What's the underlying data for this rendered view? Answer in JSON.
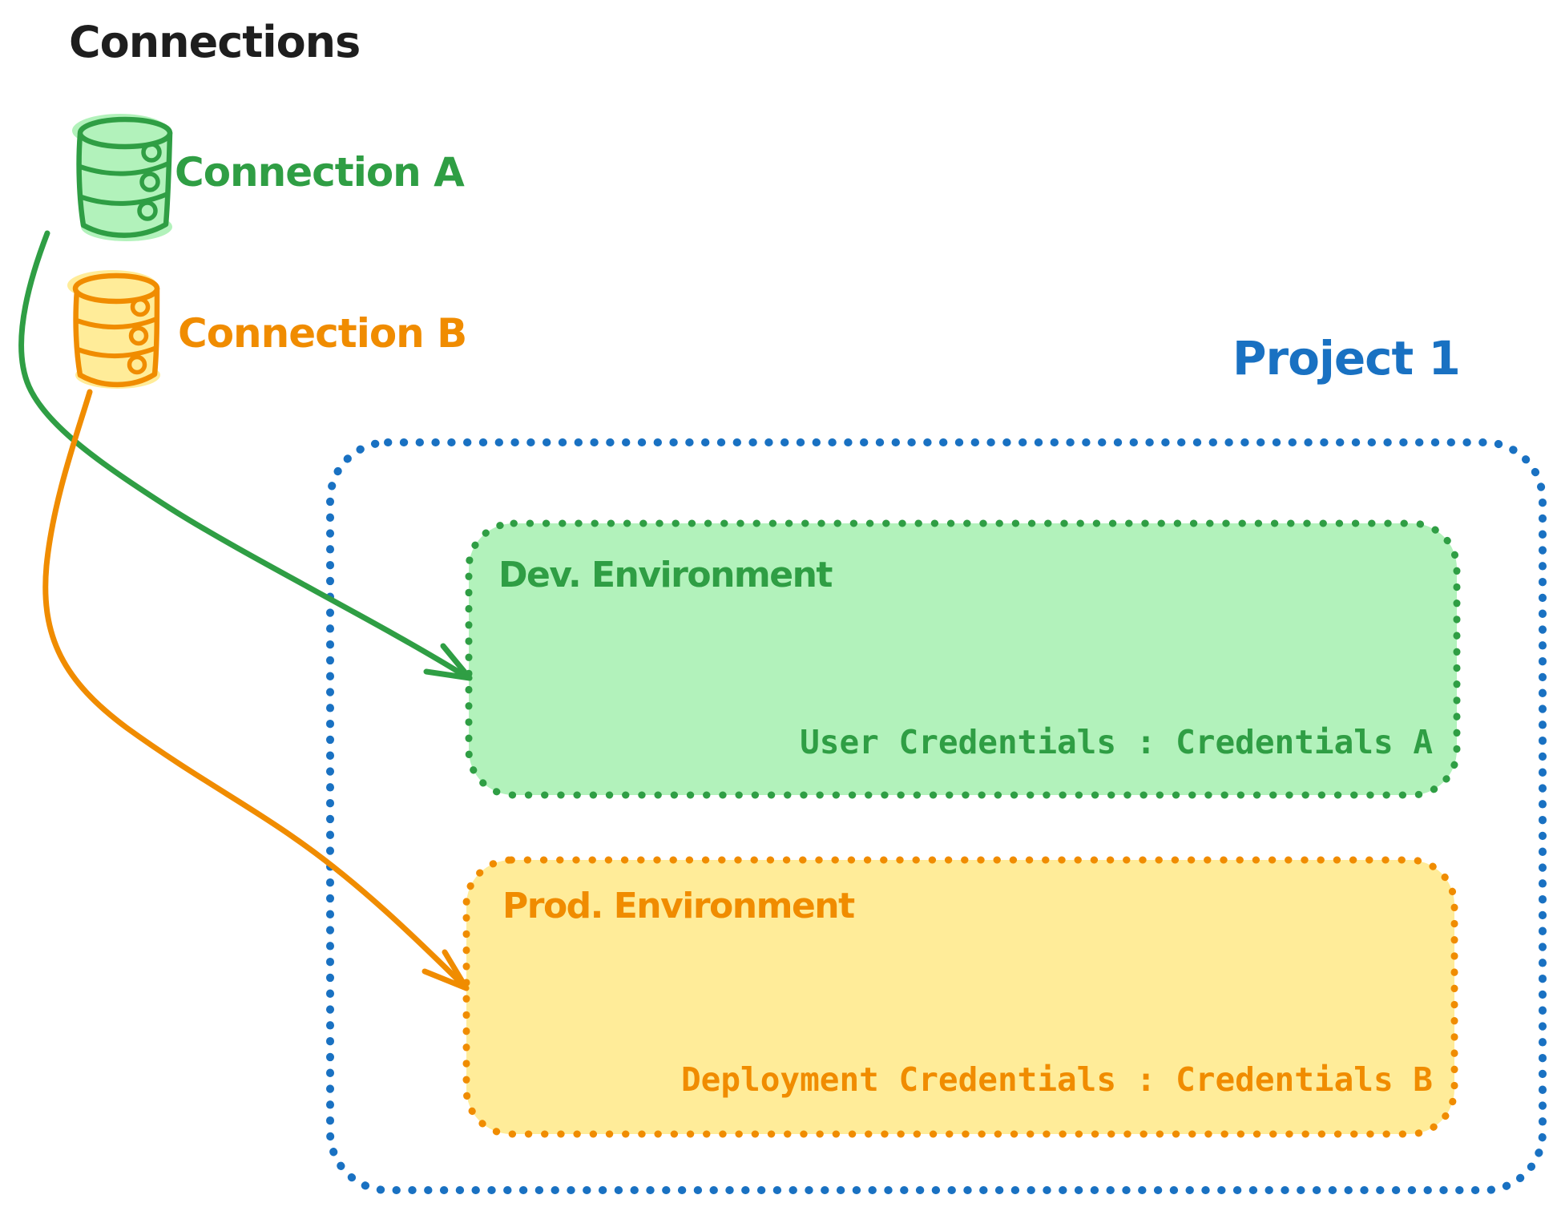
{
  "diagram": {
    "title": "Connections",
    "connections": [
      {
        "id": "connection-a",
        "label": "Connection A",
        "stroke_color": "#2f9e44",
        "fill_color": "#b2f2bb"
      },
      {
        "id": "connection-b",
        "label": "Connection B",
        "stroke_color": "#f08c00",
        "fill_color": "#ffec99"
      }
    ],
    "project": {
      "title": "Project 1",
      "border_color": "#1971c2",
      "environments": [
        {
          "name": "Dev. Environment",
          "credentials_text": "User Credentials : Credentials A",
          "stroke_color": "#2f9e44",
          "fill_color": "#b2f2bb",
          "linked_connection": "Connection A"
        },
        {
          "name": "Prod. Environment",
          "credentials_text": "Deployment Credentials : Credentials B",
          "stroke_color": "#f08c00",
          "fill_color": "#ffec99",
          "linked_connection": "Connection B"
        }
      ]
    },
    "palette": {
      "text_black": "#1e1e1e",
      "green_stroke": "#2f9e44",
      "green_fill": "#b2f2bb",
      "orange_stroke": "#f08c00",
      "orange_fill": "#ffec99",
      "blue_stroke": "#1971c2",
      "background": "#ffffff"
    }
  }
}
